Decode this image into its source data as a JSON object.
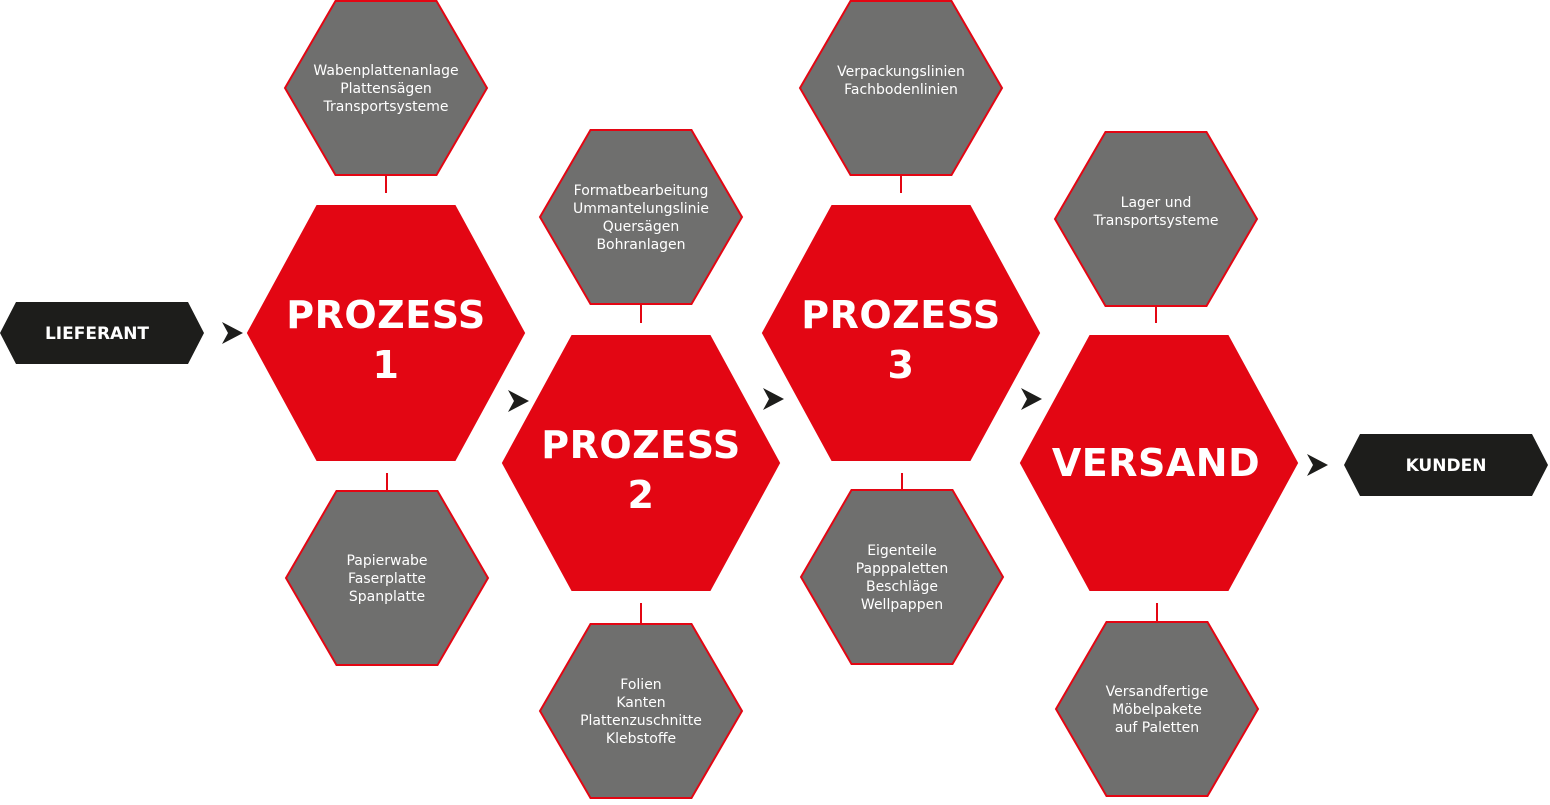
{
  "colors": {
    "process_red": "#e30613",
    "node_grey": "#6f6f6e",
    "border_red": "#e30613",
    "terminal_black": "#1d1d1b",
    "arrow_black": "#1d1d1b",
    "text_white": "#ffffff"
  },
  "terminals": {
    "start": "LIEFERANT",
    "end": "KUNDEN"
  },
  "processes": [
    {
      "title": "PROZESS",
      "number": "1",
      "top": [
        "Wabenplattenanlage",
        "Plattensägen",
        "Transportsysteme"
      ],
      "bottom": [
        "Papierwabe",
        "Faserplatte",
        "Spanplatte"
      ]
    },
    {
      "title": "PROZESS",
      "number": "2",
      "top": [
        "Formatbearbeitung",
        "Ummantelungslinie",
        "Quersägen",
        "Bohranlagen"
      ],
      "bottom": [
        "Folien",
        "Kanten",
        "Plattenzuschnitte",
        "Klebstoffe"
      ]
    },
    {
      "title": "PROZESS",
      "number": "3",
      "top": [
        "Verpackungslinien",
        "Fachbodenlinien"
      ],
      "bottom": [
        "Eigenteile",
        "Papppaletten",
        "Beschläge",
        "Wellpappen"
      ]
    },
    {
      "title": "VERSAND",
      "number": "",
      "top": [
        "Lager und",
        "Transportsysteme"
      ],
      "bottom": [
        "Versandfertige",
        "Möbelpakete",
        "auf Paletten"
      ]
    }
  ]
}
